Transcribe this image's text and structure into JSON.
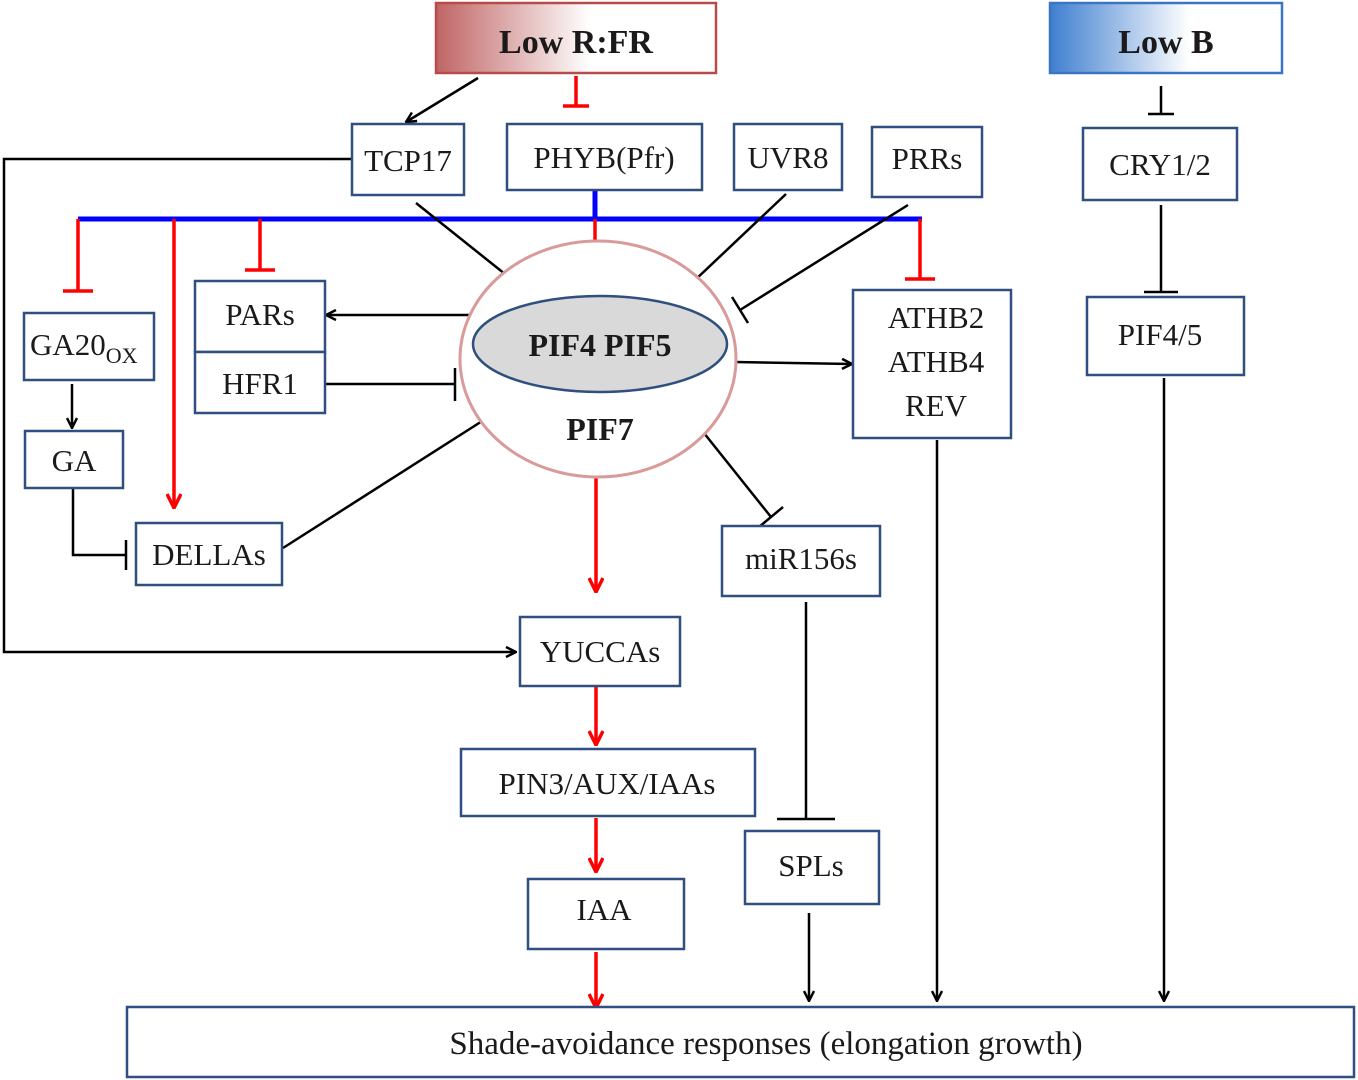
{
  "nodes": {
    "low_rfr": "Low R:FR",
    "low_b": "Low B",
    "tcp17": "TCP17",
    "phyb": "PHYB(Pfr)",
    "uvr8": "UVR8",
    "prrs": "PRRs",
    "cry12": "CRY1/2",
    "pars": "PARs",
    "hfr1": "HFR1",
    "ga20ox_main": "GA20",
    "ga20ox_sub": "OX",
    "ga": "GA",
    "dellas": "DELLAs",
    "pif45": "PIF4 PIF5",
    "pif7": "PIF7",
    "athb2": "ATHB2",
    "athb4": "ATHB4",
    "rev": "REV",
    "pif45_right": "PIF4/5",
    "mir156s": "miR156s",
    "yuccas": "YUCCAs",
    "pin3": "PIN3/AUX/IAAs",
    "spls": "SPLs",
    "iaa": "IAA",
    "shade": "Shade-avoidance responses (elongation growth)"
  },
  "colors": {
    "box_border": "#2e4f7f",
    "red": "#ff0000",
    "blue": "#0000ff",
    "black": "#000000",
    "ellipse_border": "#d99a9a",
    "ellipse_fill": "#d9d9d9"
  }
}
